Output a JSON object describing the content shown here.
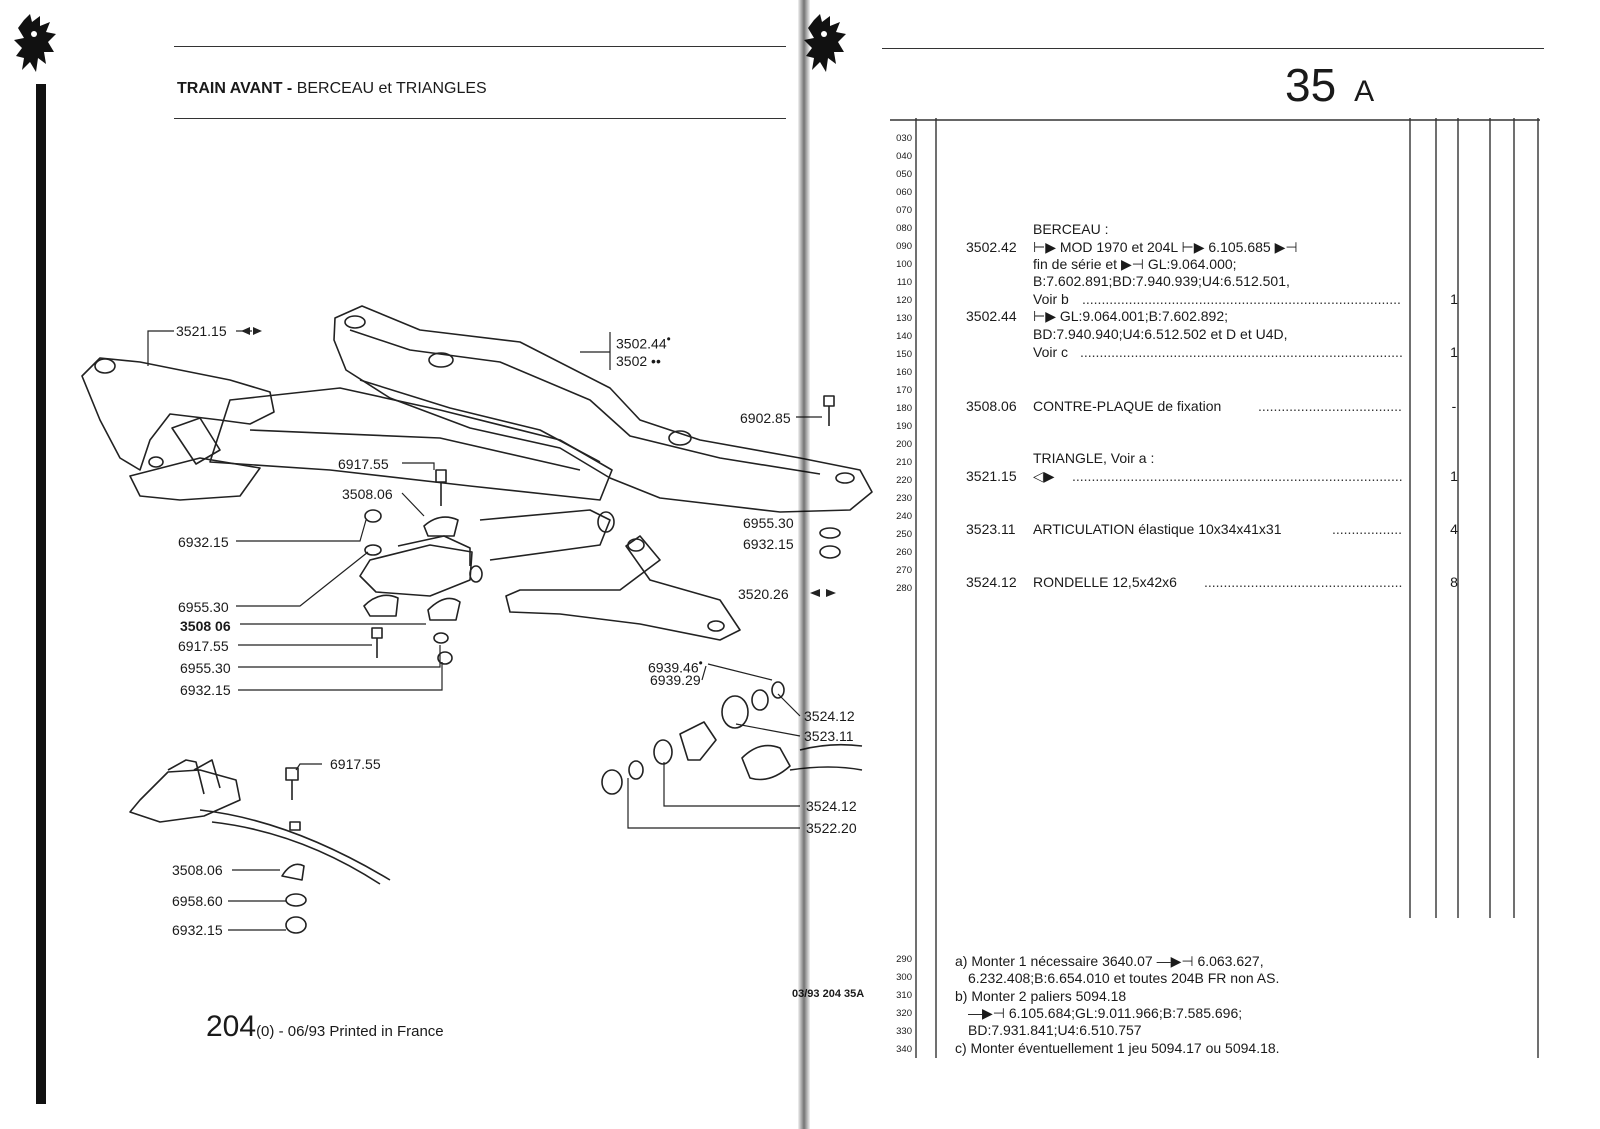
{
  "header": {
    "title_bold": "TRAIN AVANT -",
    "title_rest": "BERCEAU et TRIANGLES",
    "page_number": "35",
    "page_suffix": "A"
  },
  "diagram": {
    "labels": {
      "l_3521_15": "3521.15",
      "l_3502_44": "3502.44",
      "l_3502_44_mark": "•",
      "l_3502": "3502",
      "l_3502_mark": "••",
      "l_6902_85": "6902.85",
      "l_6917_55_a": "6917.55",
      "l_3508_06_a": "3508.06",
      "l_6932_15_a": "6932.15",
      "l_6955_30_a": "6955.30",
      "l_6932_15_b": "6932.15",
      "l_6955_30_b": "6955.30",
      "l_3508_06_b": "3508 06",
      "l_6917_55_b": "6917.55",
      "l_6955_30_c": "6955.30",
      "l_6932_15_c": "6932.15",
      "l_3520_26": "3520.26",
      "l_6939_46": "6939.46",
      "l_6939_46_mark": "•",
      "l_6939_29": "6939.29",
      "l_3524_12_a": "3524.12",
      "l_3523_11": "3523.11",
      "l_6917_55_c": "6917.55",
      "l_3524_12_b": "3524.12",
      "l_3522_20": "3522.20",
      "l_3508_06_c": "3508.06",
      "l_6958_60": "6958.60",
      "l_6932_15_d": "6932.15"
    }
  },
  "footer": {
    "model": "204",
    "rest": "(0) - 06/93 Printed in France",
    "mid_code": "03/93   204  35A"
  },
  "line_numbers": {
    "top": [
      "030",
      "040",
      "050",
      "060",
      "070",
      "080",
      "090",
      "100",
      "110",
      "120",
      "130",
      "140",
      "150",
      "160",
      "170",
      "180",
      "190",
      "200",
      "210",
      "220",
      "230",
      "240",
      "250",
      "260",
      "270",
      "280"
    ],
    "bottom": [
      "290",
      "300",
      "310",
      "320",
      "330",
      "340"
    ]
  },
  "parts": {
    "berceau_title": "BERCEAU :",
    "r1_ref": "3502.42",
    "r1_line1": "MOD 1970 et 204L",
    "r1_line1b": "6.105.685",
    "r1_line2a": "fin de série et",
    "r1_line2b": "GL:9.064.000;",
    "r1_line3": "B:7.602.891;BD:7.940.939;U4:6.512.501,",
    "r1_line4": "Voir b",
    "r1_qty": "1",
    "r2_ref": "3502.44",
    "r2_line1": "GL:9.064.001;B:7.602.892;",
    "r2_line2": "BD:7.940.940;U4:6.512.502 et D et U4D,",
    "r2_line3": "Voir c",
    "r2_qty": "1",
    "r3_ref": "3508.06",
    "r3_desc": "CONTRE-PLAQUE de fixation",
    "r3_qty": "-",
    "triangle_title": "TRIANGLE, Voir a :",
    "r4_ref": "3521.15",
    "r4_qty": "1",
    "r5_ref": "3523.11",
    "r5_desc": "ARTICULATION élastique 10x34x41x31",
    "r5_qty": "4",
    "r6_ref": "3524.12",
    "r6_desc": "RONDELLE 12,5x42x6",
    "r6_qty": "8"
  },
  "notes": {
    "a1": "a) Monter 1 nécessaire 3640.07",
    "a1b": "6.063.627,",
    "a2": "6.232.408;B:6.654.010 et toutes 204B FR non AS.",
    "b1": "b) Monter 2 paliers 5094.18",
    "b2": "6.105.684;GL:9.011.966;B:7.585.696;",
    "b3": "BD:7.931.841;U4:6.510.757",
    "c1": "c) Monter éventuellement 1 jeu 5094.17 ou 5094.18."
  }
}
